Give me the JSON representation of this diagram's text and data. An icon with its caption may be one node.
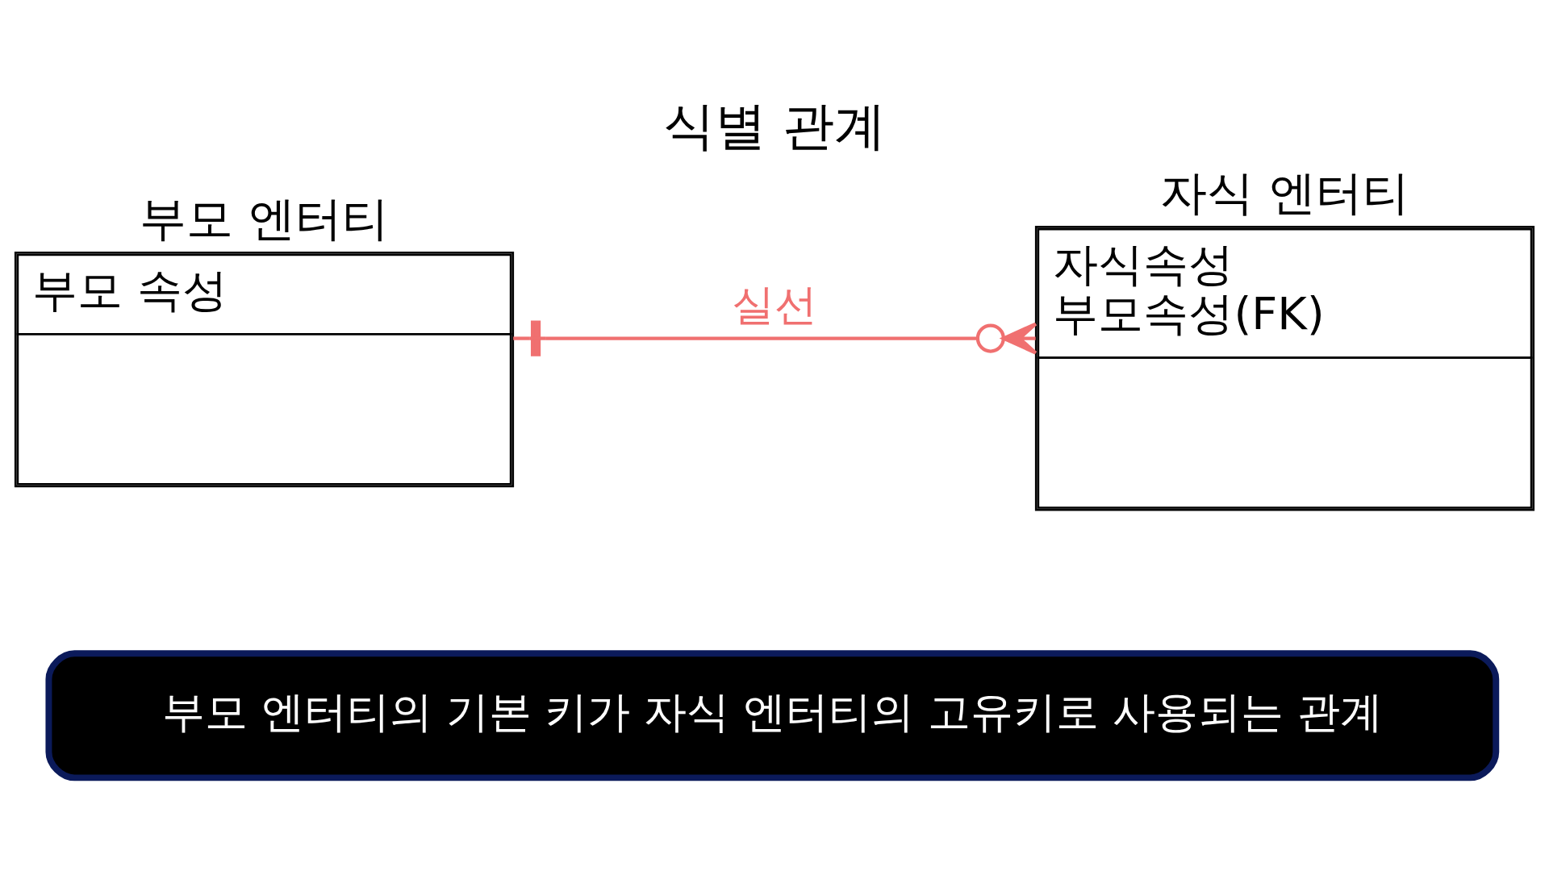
{
  "diagram": {
    "title": "식별 관계",
    "nodes": [
      {
        "text": [
          "부모 엔터티",
          "부모 속성"
        ]
      },
      {
        "text": [
          "자식 엔터티",
          "자식속성",
          "부모속성(FK)"
        ]
      },
      {
        "text": [
          "부모 엔터티의 기본 키가 자식 엔터티의 고유키로 사용되는 관계"
        ]
      }
    ],
    "edges": [
      {
        "from": 0,
        "to": 1,
        "arrow": "other",
        "label": "실선",
        "color": "#f07070"
      }
    ]
  }
}
